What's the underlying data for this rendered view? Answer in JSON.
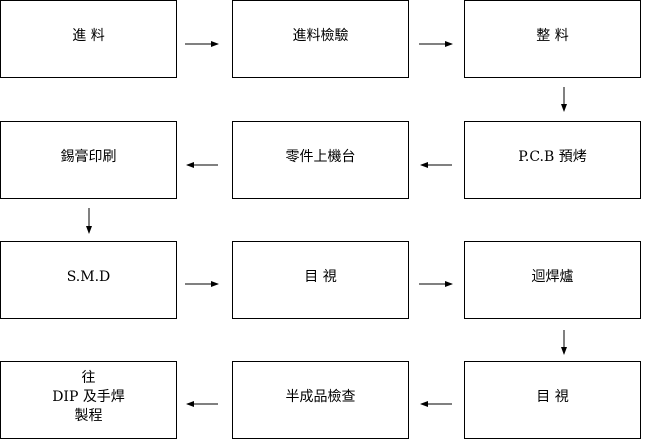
{
  "flow": {
    "steps": [
      {
        "label": "進  料"
      },
      {
        "label": "進料檢驗"
      },
      {
        "label": "整  料"
      },
      {
        "label": "P.C.B  預烤"
      },
      {
        "label": "零件上機台"
      },
      {
        "label": "錫膏印刷"
      },
      {
        "label": "S.M.D"
      },
      {
        "label": "目  視"
      },
      {
        "label": "迴焊爐"
      },
      {
        "label": "目  視"
      },
      {
        "label": "半成品檢查"
      },
      {
        "label": "往\nDIP 及手焊\n製程"
      }
    ]
  },
  "colors": {
    "border": "#000000",
    "background": "#ffffff",
    "arrow": "#000000"
  }
}
